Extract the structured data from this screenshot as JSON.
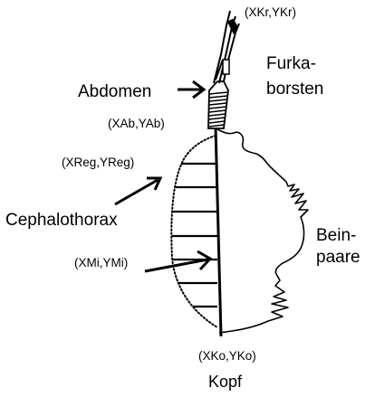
{
  "labels": {
    "kr": "(XKr,YKr)",
    "furka_1": "Furka-",
    "furka_2": "borsten",
    "abdomen": "Abdomen",
    "ab": "(XAb,YAb)",
    "reg": "(XReg,YReg)",
    "cephalothorax": "Cephalothorax",
    "bein_1": "Bein-",
    "bein_2": "paare",
    "mi": "(XMi,YMi)",
    "ko": "(XKo,YKo)",
    "kopf": "Kopf"
  },
  "colors": {
    "ink": "#000000",
    "background": "#ffffff"
  }
}
